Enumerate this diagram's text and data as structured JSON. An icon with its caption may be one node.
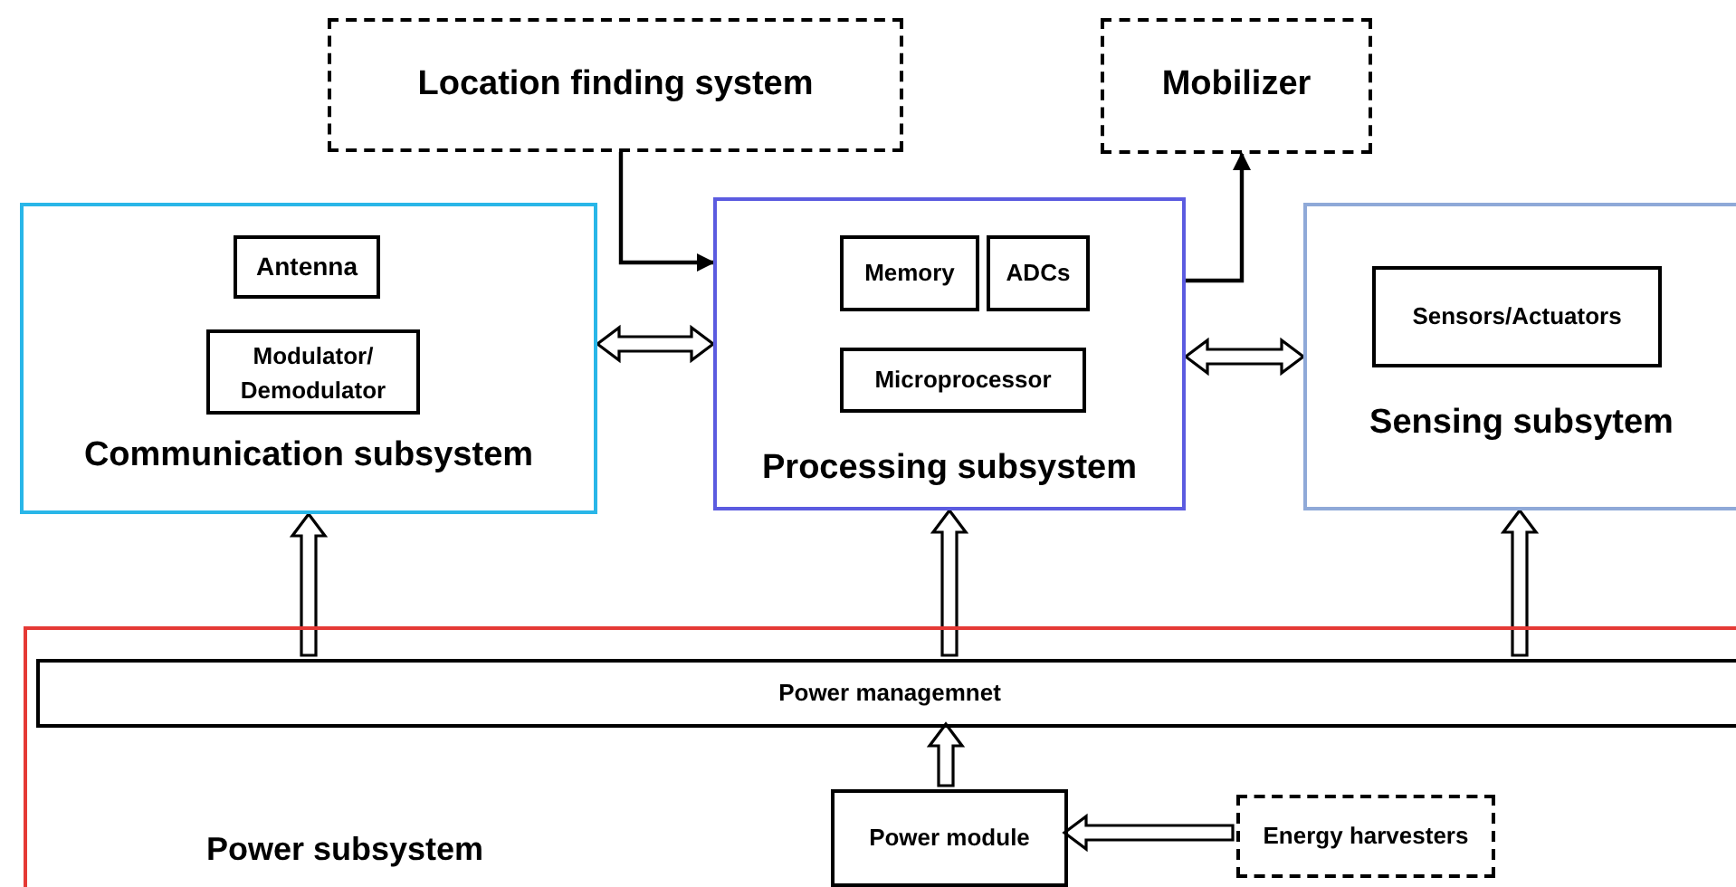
{
  "diagram": {
    "nodes": [
      {
        "text": [
          "Location finding system"
        ]
      },
      {
        "text": [
          "Mobilizer"
        ]
      },
      {
        "text": [
          "Communication subsystem"
        ]
      },
      {
        "text": [
          "Antenna"
        ],
        "in": 2
      },
      {
        "text": [
          "Modulator/ Demodulator"
        ],
        "in": 2
      },
      {
        "text": [
          "Processing subsystem"
        ]
      },
      {
        "text": [
          "Memory"
        ],
        "in": 5
      },
      {
        "text": [
          "ADCs"
        ],
        "in": 5
      },
      {
        "text": [
          "Microprocessor"
        ],
        "in": 5
      },
      {
        "text": [
          "Sensing subsytem"
        ]
      },
      {
        "text": [
          "Sensors/Actuators"
        ],
        "in": 9
      },
      {
        "text": [
          "Power subsystem"
        ]
      },
      {
        "text": [
          "Power managemnet"
        ],
        "in": 11
      },
      {
        "text": [
          "Power module"
        ],
        "in": 11
      },
      {
        "text": [
          "Energy harvesters"
        ],
        "in": 11
      }
    ],
    "edges": [
      {
        "from": 0,
        "to": 5,
        "arrow": "to"
      },
      {
        "from": 5,
        "to": 1,
        "arrow": "to"
      },
      {
        "from": 2,
        "to": 5,
        "arrow": "both",
        "style": "thick"
      },
      {
        "from": 5,
        "to": 9,
        "arrow": "both",
        "style": "thick"
      },
      {
        "from": 12,
        "to": 2,
        "arrow": "to",
        "style": "thick"
      },
      {
        "from": 12,
        "to": 5,
        "arrow": "to",
        "style": "thick"
      },
      {
        "from": 12,
        "to": 9,
        "arrow": "to",
        "style": "thick"
      },
      {
        "from": 13,
        "to": 12,
        "arrow": "to",
        "style": "thick"
      },
      {
        "from": 14,
        "to": 13,
        "arrow": "to",
        "style": "thick"
      }
    ]
  }
}
